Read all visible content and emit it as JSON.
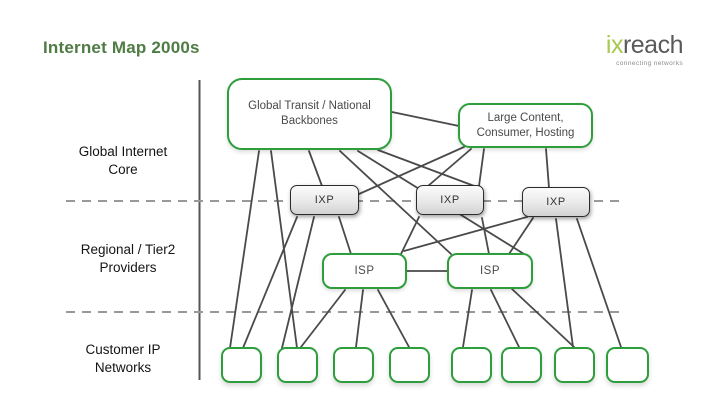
{
  "header": {
    "title": "Internet Map 2000s"
  },
  "logo": {
    "ix": "ix",
    "reach": "reach",
    "tagline": "connecting networks"
  },
  "tier_labels": {
    "core": "Global Internet\nCore",
    "regional": "Regional / Tier2\nProviders",
    "customer": "Customer IP\nNetworks"
  },
  "nodes": {
    "global_transit": "Global Transit / National\nBackbones",
    "large_content": "Large Content,\nConsumer, Hosting",
    "ixp": "IXP",
    "isp": "ISP"
  },
  "colors": {
    "title_green": "#4f7b44",
    "logo_lime": "#a6c94f",
    "logo_gray": "#5a5a5c",
    "box_border_green": "#2e9e3c",
    "connection_line": "#4a4a4a",
    "dashed_line": "#999999"
  }
}
